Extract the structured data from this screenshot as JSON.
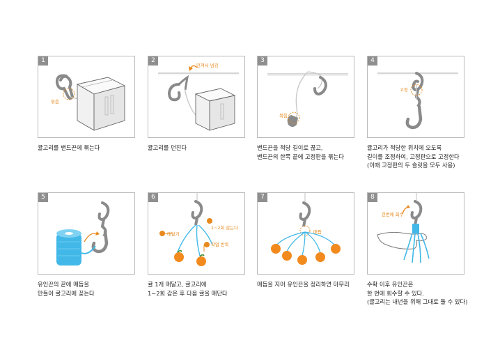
{
  "steps": [
    {
      "num": "1",
      "caption": "귤고리를 밴드끈에 묶는다",
      "labels": [
        "묶음"
      ]
    },
    {
      "num": "2",
      "caption": "귤고리를 던진다",
      "labels": [
        "던져서 넘김"
      ]
    },
    {
      "num": "3",
      "caption": "밴드끈을 적당 길이로 끊고,\n밴드끈의 한쪽 끝에 고정판을 묶는다",
      "labels": [
        "묶음"
      ]
    },
    {
      "num": "4",
      "caption": "귤고리가 적당한 위치에 오도록\n길이를 조정하여, 고정판으로 고정한다\n(이때 고정판의 두 슬릿을 모두 사용)",
      "labels": [
        "고정"
      ]
    },
    {
      "num": "5",
      "caption": "유인끈의 끝에 매듭을\n만들어 귤고리에 꽂는다",
      "labels": []
    },
    {
      "num": "6",
      "caption": "귤 1개 매달고, 귤고리에\n1~2회 감은 후 다음 귤을 매단다",
      "labels": [
        "1~2회 감는다",
        "매달기",
        "작업 반복"
      ]
    },
    {
      "num": "7",
      "caption": "매듭을 지어 유인끈을 정리하면 마무리",
      "labels": [
        "매듭"
      ]
    },
    {
      "num": "8",
      "caption": "수확 이후 유인끈은\n한 번에 회수할 수 있다.\n(귤고리는 내년을 위해 그대로 둘 수 있다)",
      "labels": [
        "한번에 회수"
      ]
    }
  ],
  "colors": {
    "accent": "#e8891e",
    "hook": "#8a8a8a",
    "tape": "#41b8e8",
    "orange": "#f28a1e"
  }
}
